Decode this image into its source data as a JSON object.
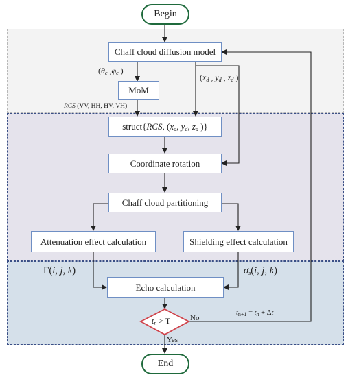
{
  "nodes": {
    "begin": "Begin",
    "end": "End",
    "diffusion": "Chaff cloud diffusion model",
    "mom": "MoM",
    "struct": "struct{RCS, (xd, yd, zd )}",
    "rotation": "Coordinate rotation",
    "partitioning": "Chaff cloud partitioning",
    "attenuation": "Attenuation effect calculation",
    "shielding": "Shielding effect calculation",
    "echo": "Echo calculation",
    "decision": "tn > T"
  },
  "labels": {
    "angles": "(θc ,φc )",
    "coords": "(xd , yd , zd )",
    "rcs": "RCS (VV, HH, HV, VH)",
    "gamma": "Γ(i, j, k)",
    "sigma": "σs(i, j, k)",
    "update": "tn+1 = tn + Δt",
    "no": "No",
    "yes": "Yes"
  },
  "colors": {
    "terminal_border": "#1f6a3c",
    "box_border": "#6f8fc4",
    "decision_border": "#d0434b",
    "top_region": "#f3f3f3",
    "middle_region": "#e5e3ec",
    "bottom_region": "#d5e0ea",
    "region_dash": "#3a4f86"
  }
}
